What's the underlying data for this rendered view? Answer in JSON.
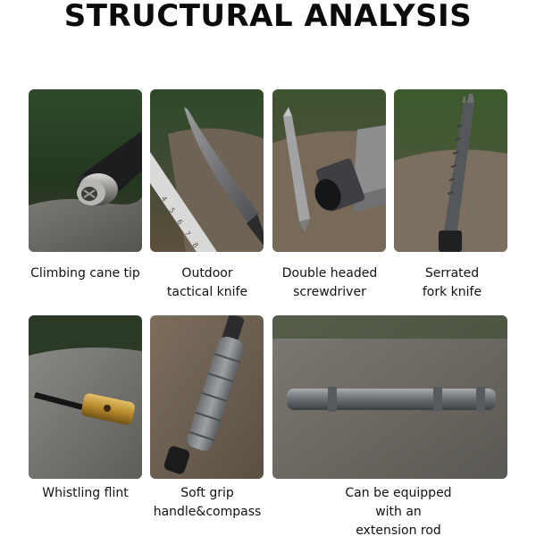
{
  "title": "STRUCTURAL ANALYSIS",
  "items": [
    {
      "lines": [
        "Climbing cane tip"
      ]
    },
    {
      "lines": [
        "Outdoor",
        "tactical knife"
      ]
    },
    {
      "lines": [
        "Double headed",
        "screwdriver"
      ]
    },
    {
      "lines": [
        "Serrated",
        "fork knife"
      ]
    },
    {
      "lines": [
        "Whistling flint"
      ]
    },
    {
      "lines": [
        "Soft grip",
        "handle&compass"
      ]
    },
    {
      "lines": [
        "Can be equipped",
        "with an",
        "extension rod"
      ]
    }
  ],
  "ruler_digits": "4 5 6 7 8"
}
